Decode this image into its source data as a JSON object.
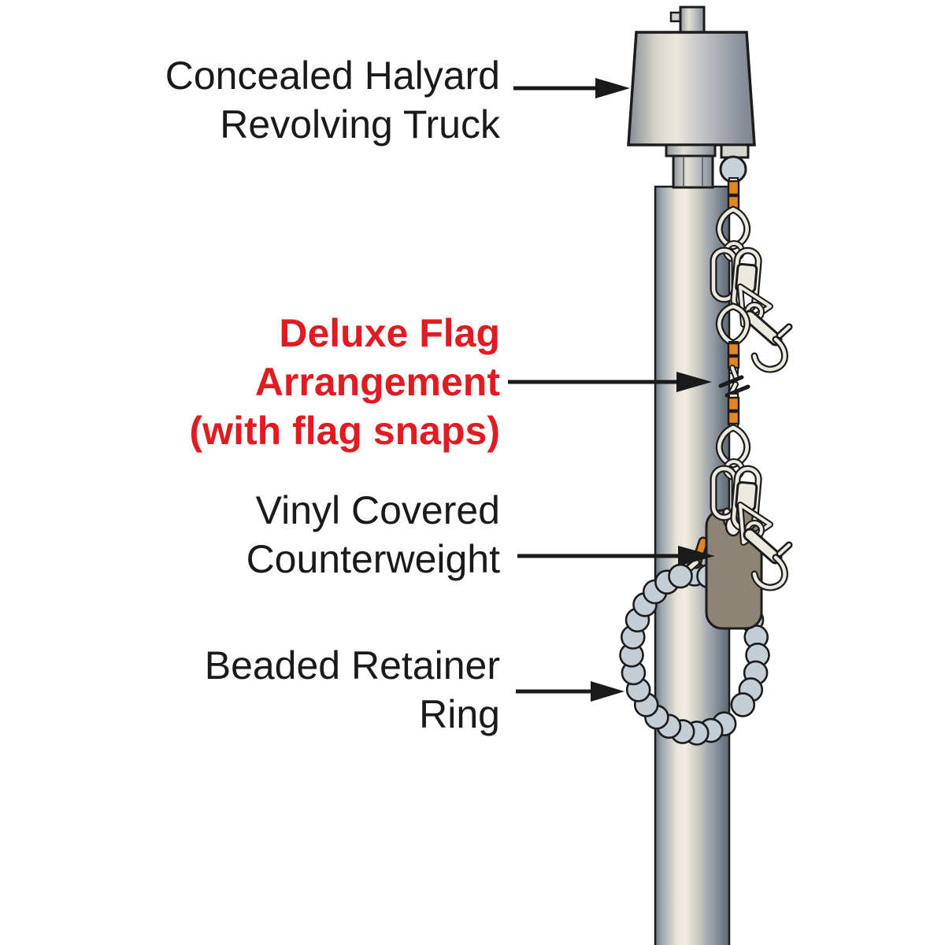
{
  "page": {
    "background": "#ffffff",
    "description_domain": "flagpole hardware diagram"
  },
  "labels": {
    "truck": {
      "line1": "Concealed Halyard",
      "line2": "Revolving Truck"
    },
    "deluxe": {
      "line1": "Deluxe Flag",
      "line2": "Arrangement",
      "line3": "(with flag snaps)"
    },
    "counterweight": {
      "line1": "Vinyl Covered",
      "line2": "Counterweight"
    },
    "ring": {
      "line1": "Beaded Retainer",
      "line2": "Ring"
    }
  },
  "colors": {
    "label_text": "#1a1a1a",
    "accent_red": "#e01b22",
    "arrow_black": "#1a1a1a",
    "outline_black": "#1c1c1c",
    "halyard_orange": "#e2861f",
    "bead_gray": "#c5ced5",
    "hardware_ivory": "#ece9e0",
    "counterweight_gray": "#8d8476",
    "ball_gray": "#c8d1d8",
    "pole_highlight": "#f2eee4",
    "pole_shadow": "#5d6772"
  }
}
